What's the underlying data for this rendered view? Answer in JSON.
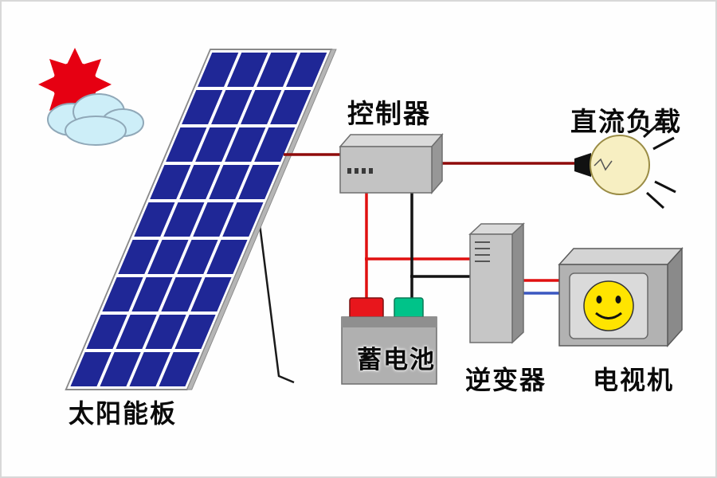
{
  "diagram": {
    "type": "solar-power-system-diagram",
    "labels": {
      "controller": "控制器",
      "dc_load": "直流负载",
      "solar_panel": "太阳能板",
      "battery": "蓄电池",
      "inverter": "逆变器",
      "tv": "电视机"
    },
    "panel": {
      "rows": 9,
      "cols": 4,
      "cell_color": "#1f2796"
    },
    "colors": {
      "sun": "#e60012",
      "cloud": "#cdeef8",
      "wire_dark_red": "#8f0b0b",
      "wire_red": "#e01010",
      "wire_black": "#141414",
      "wire_blue": "#3a57c0",
      "bulb_glass": "#f7efc2",
      "battery_cap_red": "#e8161c",
      "battery_cap_green": "#00c389",
      "smiley": "#ffe400"
    }
  }
}
